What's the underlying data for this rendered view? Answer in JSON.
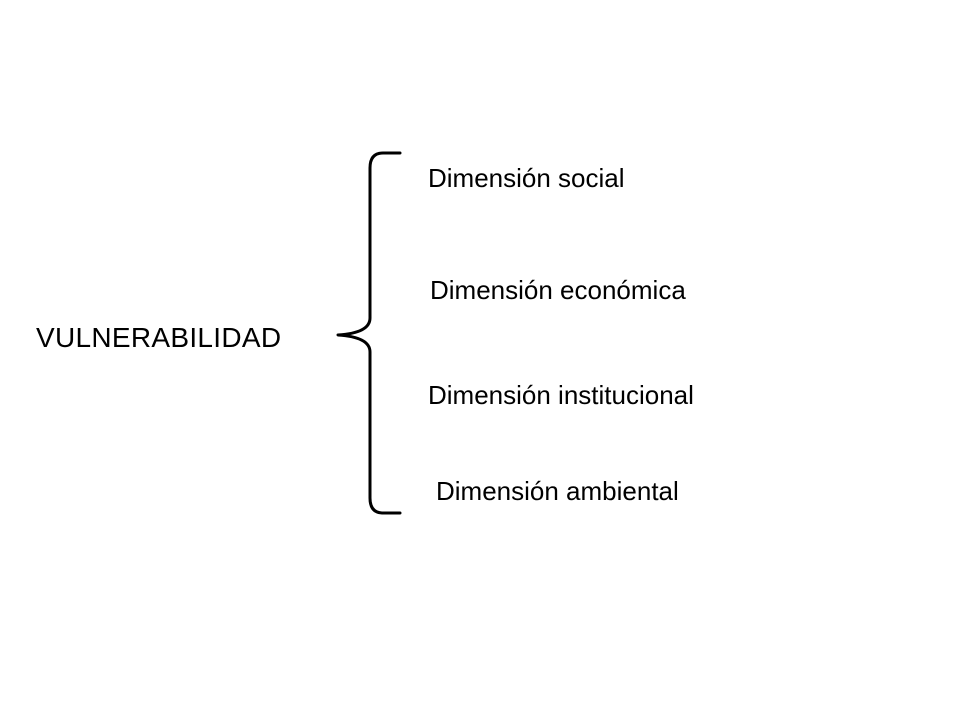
{
  "diagram": {
    "root": "VULNERABILIDAD",
    "branches": [
      "Dimensión social",
      "Dimensión económica",
      "Dimensión institucional",
      "Dimensión ambiental"
    ],
    "colors": {
      "text": "#000000",
      "stroke": "#000000",
      "background": "#ffffff"
    }
  }
}
